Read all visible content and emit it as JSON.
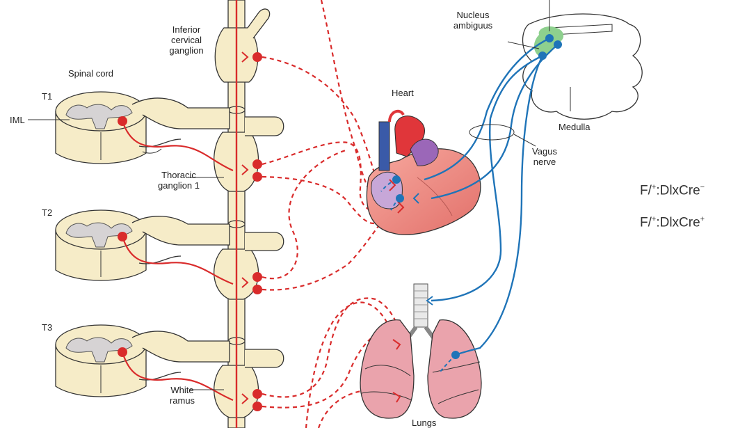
{
  "labels": {
    "spinal_cord": "Spinal cord",
    "t1": "T1",
    "t2": "T2",
    "t3": "T3",
    "iml": "IML",
    "inferior_ganglion": [
      "Inferior",
      "cervical",
      "ganglion"
    ],
    "thoracic_ganglion": [
      "Thoracic",
      "ganglion 1"
    ],
    "white_ramus": [
      "White",
      "ramus"
    ],
    "heart": "Heart",
    "lungs": "Lungs",
    "nucleus_ambiguus": [
      "Nucleus",
      "ambiguus"
    ],
    "medulla": "Medulla",
    "vagus_nerve": [
      "Vagus",
      "nerve"
    ],
    "genotype_neg": {
      "prefix": "F/",
      "sup": "+",
      "suffix": ":DlxCre",
      "sign": "−"
    },
    "genotype_pos": {
      "prefix": "F/",
      "sup": "+",
      "suffix": ":DlxCre",
      "sign": "+"
    }
  },
  "colors": {
    "sympathetic": "#d92b2b",
    "parasympathetic": "#1f74b8",
    "tissue": "#f6ecc8",
    "gray_matter": "#d6d3d4",
    "heart": "#ef8c84",
    "lung": "#eaa3ac",
    "nucleus": "#8ed08e"
  }
}
